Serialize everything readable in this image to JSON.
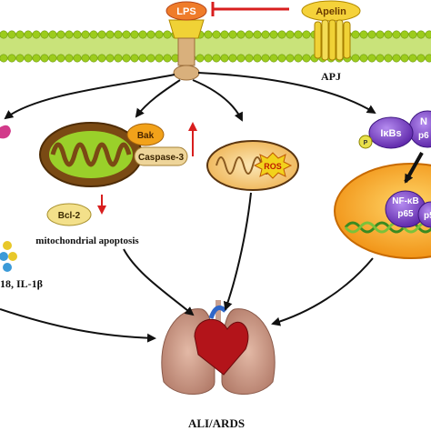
{
  "diagram": {
    "ligand": "LPS",
    "inhibitor": "Apelin",
    "receptor": "APJ",
    "mito_proteins": {
      "bak": "Bak",
      "caspase": "Caspase-3",
      "bcl2": "Bcl-2"
    },
    "mito_label": "mitochondrial apoptosis",
    "ros": "ROS",
    "ikb": "IκBs",
    "ikb_partner_partial": "N",
    "p65_partial_top": "p6",
    "phospho": "P",
    "nfkb": "NF-κB",
    "p65": "p65",
    "p50_partial": "p5",
    "cytokines_partial": "18, IL-1β",
    "outcome": "ALI/ARDS"
  },
  "colors": {
    "membrane_green": "#9ccc1c",
    "lps_fill": "#f0d236",
    "apelin_fill": "#f5d23a",
    "inhibit_red": "#d81e1e",
    "mito_brown": "#7a4a14",
    "mito_inner": "#9ad02a",
    "bak_orange": "#f2a21a",
    "bcl2_yellow": "#f3e08a",
    "ros_orange": "#f6cf76",
    "ros_burst": "#f2d21c",
    "ikb_purple": "#7b3fc2",
    "nucleus_orange": "#f2a81c",
    "arrow_black": "#111111"
  }
}
